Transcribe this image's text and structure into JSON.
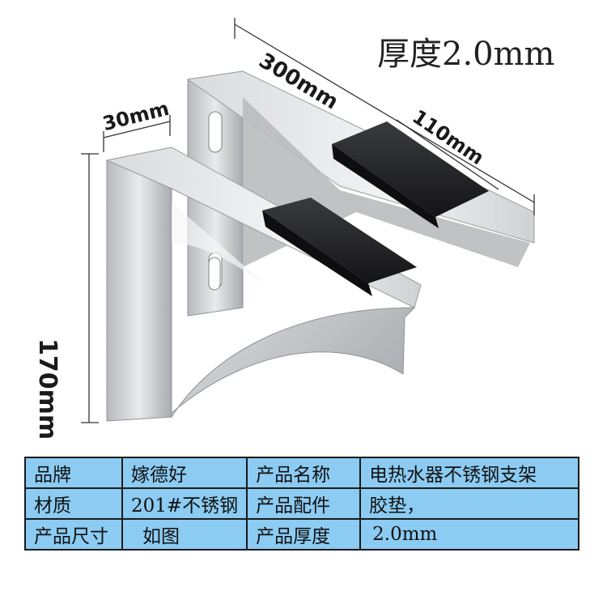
{
  "image_annotations": {
    "thickness_title": "厚度2.0mm",
    "width_300": "300mm",
    "width_30": "30mm",
    "width_110": "110mm",
    "height_170": "170mm"
  },
  "spec_table": {
    "rows": [
      {
        "label1": "品牌",
        "value1": "嫁德好",
        "label2": "产品名称",
        "value2": "电热水器不锈钢支架"
      },
      {
        "label1": "材质",
        "value1": "201#不锈钢",
        "label2": "产品配件",
        "value2": "胶垫，"
      },
      {
        "label1": "产品尺寸",
        "value1": "如图",
        "label2": "产品厚度",
        "value2": "2.0mm"
      }
    ]
  },
  "colors": {
    "table_bg": "#8ccbf2",
    "table_border": "#1a1a1a",
    "steel_light": "#e6e7e9",
    "steel_dark": "#9a9ca0",
    "rubber_pad": "#1e1f21"
  }
}
